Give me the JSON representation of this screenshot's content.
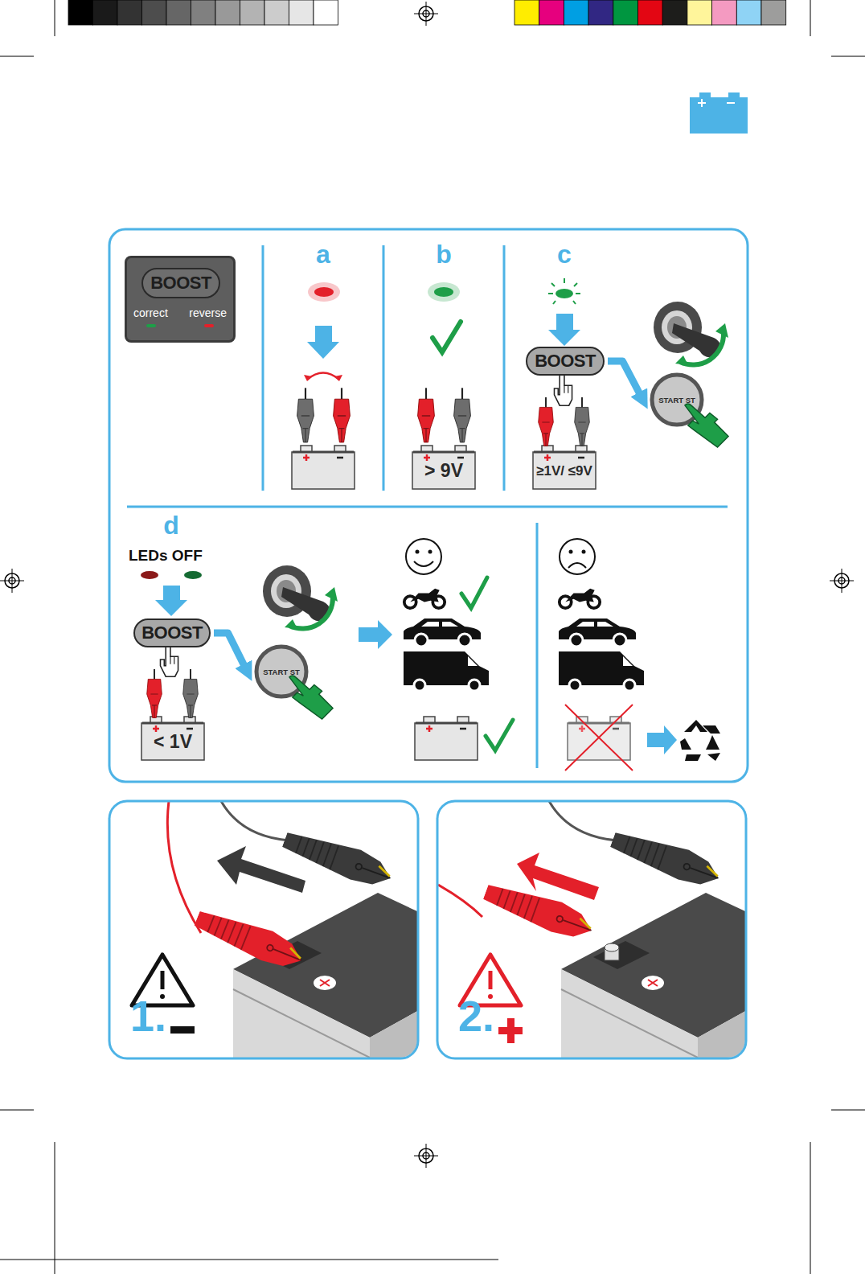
{
  "diagram": {
    "nodes": [
      {
        "text": [
          "correct",
          "reverse"
        ]
      },
      {
        "text": [
          "BOOST"
        ],
        "in": 0
      },
      {
        "text": [
          "> 9V"
        ]
      },
      {
        "text": [
          "BOOST"
        ]
      },
      {
        "text": [
          "≥1V/ ≤9V"
        ]
      },
      {
        "text": [
          "START ST"
        ]
      },
      {
        "text": [
          "BOOST"
        ]
      },
      {
        "text": [
          "< 1V"
        ]
      },
      {
        "text": [
          "START ST"
        ]
      }
    ],
    "edges": [
      {
        "from": 3,
        "to": 5,
        "arrow": "to"
      },
      {
        "from": 6,
        "to": 8,
        "arrow": "to"
      }
    ],
    "labels": [
      "a",
      "b",
      "c",
      "d",
      "LEDs OFF",
      "1.",
      "2."
    ]
  }
}
